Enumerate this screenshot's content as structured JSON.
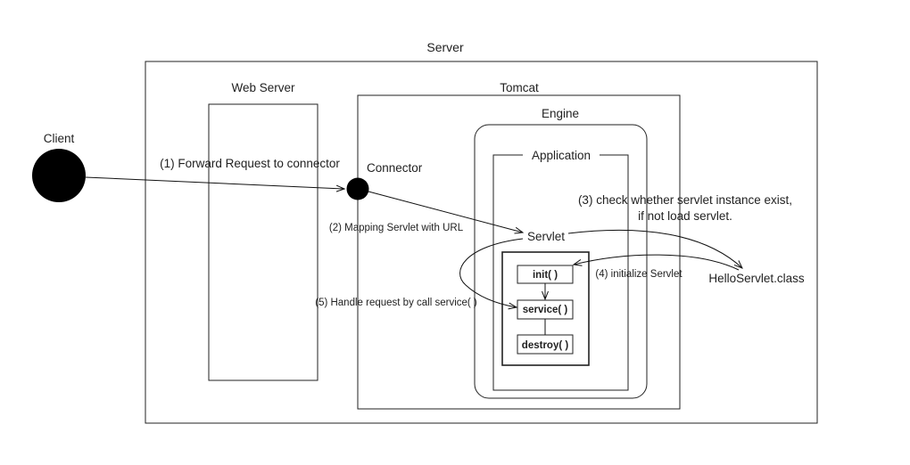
{
  "diagram": {
    "containers": {
      "server": "Server",
      "web_server": "Web Server",
      "tomcat": "Tomcat",
      "engine": "Engine",
      "application": "Application"
    },
    "nodes": {
      "client": "Client",
      "connector": "Connector",
      "servlet": "Servlet",
      "hello_servlet_class": "HelloServlet.class"
    },
    "lifecycle": {
      "init": "init( )",
      "service": "service( )",
      "destroy": "destroy( )"
    },
    "steps": {
      "step1": "(1) Forward Request to connector",
      "step2": "(2) Mapping Servlet with URL",
      "step3_line1": "(3) check  whether servlet instance exist,",
      "step3_line2": "if not load servlet.",
      "step4": "(4) initialize Servlet",
      "step5": "(5) Handle request by call service( )"
    }
  }
}
